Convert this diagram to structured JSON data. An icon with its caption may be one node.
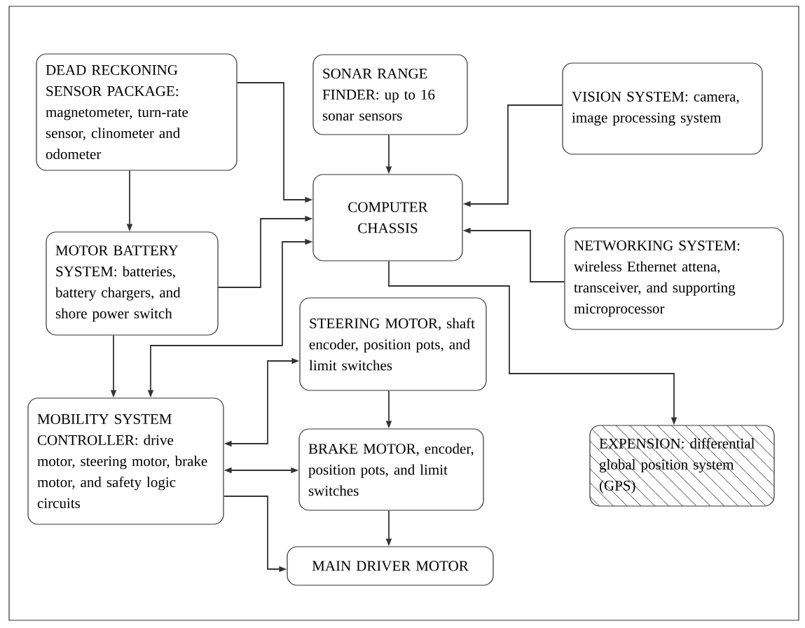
{
  "diagram": {
    "nodes": [
      {
        "text": [
          "DEAD RECKONING SENSOR PACKAGE: magnetometer, turn-rate sensor, clinometer and odometer"
        ]
      },
      {
        "text": [
          "SONAR RANGE FINDER: up to 16 sonar sensors"
        ]
      },
      {
        "text": [
          "VISION SYSTEM: camera, image processing system"
        ]
      },
      {
        "text": [
          "COMPUTER CHASSIS"
        ]
      },
      {
        "text": [
          "MOTOR BATTERY SYSTEM: batteries, battery chargers, and shore power switch"
        ]
      },
      {
        "text": [
          "NETWORKING SYSTEM: wireless Ethernet attena, transceiver, and supporting microprocessor"
        ]
      },
      {
        "text": [
          "STEERING MOTOR, shaft encoder, position pots, and limit switches"
        ]
      },
      {
        "text": [
          "MOBILITY SYSTEM CONTROLLER: drive motor, steering motor, brake motor, and safety logic circuits"
        ]
      },
      {
        "text": [
          "BRAKE MOTOR, encoder, position pots, and limit switches"
        ]
      },
      {
        "text": [
          "EXPENSION: differential global position system (GPS)"
        ]
      },
      {
        "text": [
          "MAIN DRIVER MOTOR"
        ]
      }
    ],
    "edges": [
      {
        "from": 0,
        "to": 3,
        "arrow": "to"
      },
      {
        "from": 1,
        "to": 3,
        "arrow": "to"
      },
      {
        "from": 2,
        "to": 3,
        "arrow": "to"
      },
      {
        "from": 0,
        "to": 4,
        "arrow": "to"
      },
      {
        "from": 4,
        "to": 3,
        "arrow": "to"
      },
      {
        "from": 7,
        "to": 3,
        "arrow": "both"
      },
      {
        "from": 5,
        "to": 3,
        "arrow": "to"
      },
      {
        "from": 3,
        "to": 9,
        "arrow": "to"
      },
      {
        "from": 4,
        "to": 7,
        "arrow": "to"
      },
      {
        "from": 7,
        "to": 6,
        "arrow": "both"
      },
      {
        "from": 7,
        "to": 8,
        "arrow": "both"
      },
      {
        "from": 6,
        "to": 8,
        "arrow": "to"
      },
      {
        "from": 8,
        "to": 10,
        "arrow": "to"
      },
      {
        "from": 7,
        "to": 10,
        "arrow": "to"
      }
    ]
  }
}
